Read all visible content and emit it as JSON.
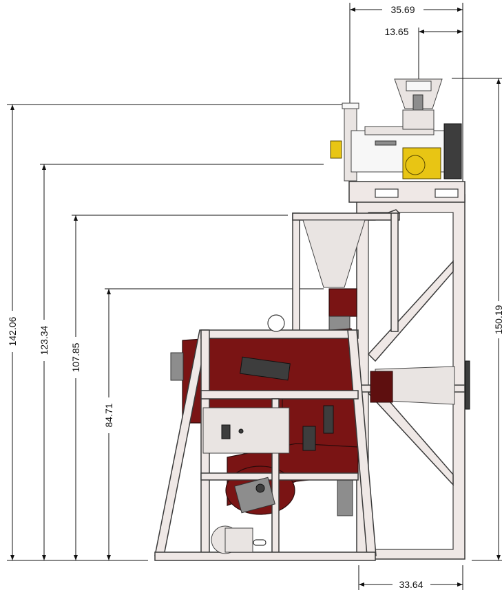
{
  "dimensions": {
    "top_width": "35.69",
    "top_offset": "13.65",
    "right_height": "150.19",
    "h1": "142.06",
    "h2": "123.34",
    "h3": "107.85",
    "h4": "84.71",
    "base_width": "33.64"
  },
  "colors": {
    "frame": "#efe8e6",
    "machine_body": "#7a1414",
    "motor": "#e8c514"
  }
}
